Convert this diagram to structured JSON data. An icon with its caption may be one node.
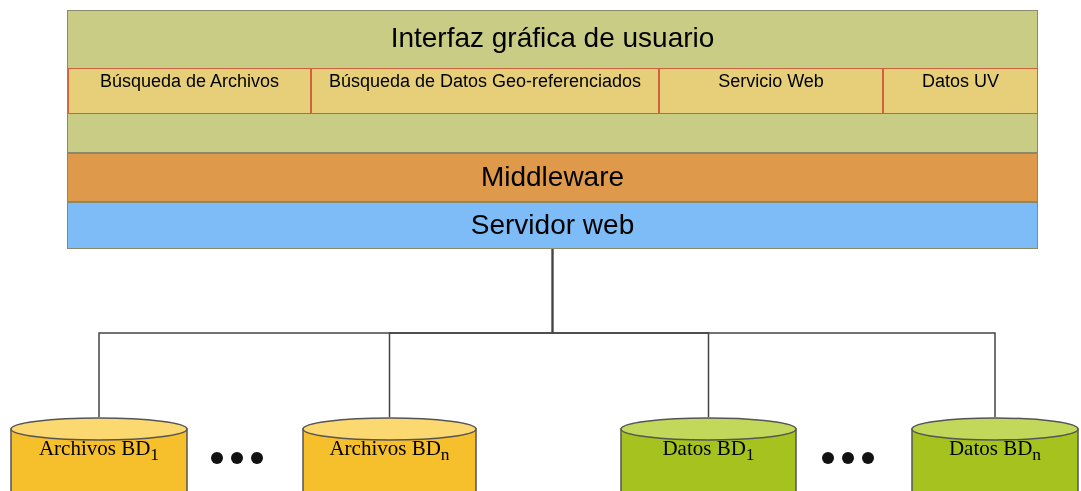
{
  "diagram": {
    "nodes": [
      {
        "text": [
          "Interfaz gráfica de usuario"
        ]
      },
      {
        "text": [
          "Búsqueda de Archivos"
        ],
        "in": 0
      },
      {
        "text": [
          "Búsqueda de Datos Geo-referenciados"
        ],
        "in": 0
      },
      {
        "text": [
          "Servicio Web"
        ],
        "in": 0
      },
      {
        "text": [
          "Datos UV"
        ],
        "in": 0
      },
      {
        "text": [
          "Middleware"
        ]
      },
      {
        "text": [
          "Servidor web"
        ]
      },
      {
        "text": [
          "Archivos BD$_{1}$"
        ]
      },
      {
        "text": [
          "Archivos BD$_{n}$"
        ]
      },
      {
        "text": [
          "Datos BD$_{1}$"
        ]
      },
      {
        "text": [
          "Datos BD$_{n}$"
        ]
      }
    ],
    "edges": [
      {
        "from": 6,
        "to": 7,
        "arrow": "none"
      },
      {
        "from": 6,
        "to": 8,
        "arrow": "none"
      },
      {
        "from": 6,
        "to": 9,
        "arrow": "none"
      },
      {
        "from": 6,
        "to": 10,
        "arrow": "none"
      }
    ]
  }
}
